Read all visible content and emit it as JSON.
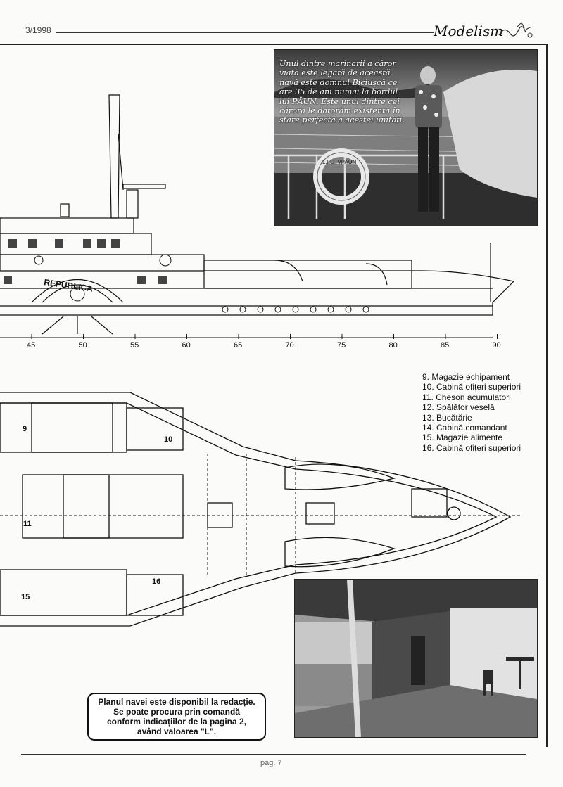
{
  "header": {
    "issue": "3/1998",
    "brand": "Modelism"
  },
  "photo_top": {
    "caption": "Unul dintre marinarii a căror viață este legată de această navă este domnul Biciușcă ce are 35 de ani numai la bordul lui PĂUN. Este unul dintre cei cărora le datorăm existența în stare perfectă a acestei unități.",
    "lifebuoy_text": "L.I.C. VPAUN"
  },
  "side_view": {
    "hull_name": "REPUBLICA",
    "frame_labels": [
      "45",
      "50",
      "55",
      "60",
      "65",
      "70",
      "75",
      "80",
      "85",
      "90"
    ]
  },
  "plan_view": {
    "room_labels": [
      "9",
      "10",
      "11",
      "15",
      "16"
    ]
  },
  "legend": {
    "items": [
      "9. Magazie echipament",
      "10. Cabină ofițeri superiori",
      "11. Cheson acumulatori",
      "12. Spălător veselă",
      "13. Bucătărie",
      "14. Cabină comandant",
      "15. Magazie alimente",
      "16. Cabină ofițeri superiori"
    ]
  },
  "order_box": {
    "lines": [
      "Planul navei este disponibil la redacție.",
      "Se poate procura prin comandă",
      "conform indicațiilor de la pagina 2,",
      "având valoarea \"L\"."
    ]
  },
  "footer": {
    "page": "pag. 7"
  }
}
